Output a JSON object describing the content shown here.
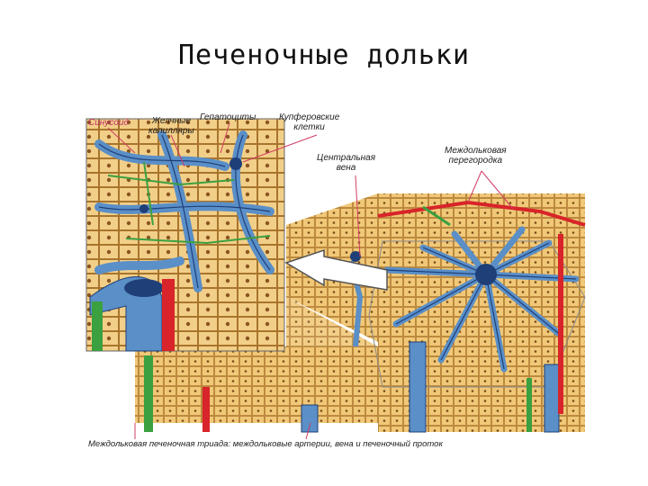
{
  "title": "Печеночные дольки",
  "labels": {
    "sinusoid": "Синусоид",
    "bile_canaliculi_1": "Желчные",
    "bile_canaliculi_2": "капилляры",
    "hepatocytes": "Гепатоциты",
    "kupffer_1": "Купферовские",
    "kupffer_2": "клетки",
    "central_vein_1": "Центральная",
    "central_vein_2": "вена",
    "septum_1": "Междольковая",
    "septum_2": "перегородка",
    "triad": "Междольковая печеночная триада: междольковые артерии, вена и печеночный проток"
  },
  "colors": {
    "hepatocyte": "#f0c878",
    "hepatocyte_border": "#b07a30",
    "vein": "#5a8fc8",
    "vein_dark": "#1f3f78",
    "artery": "#d8242a",
    "bile_duct": "#3aa040",
    "leader": "#d23c64"
  }
}
